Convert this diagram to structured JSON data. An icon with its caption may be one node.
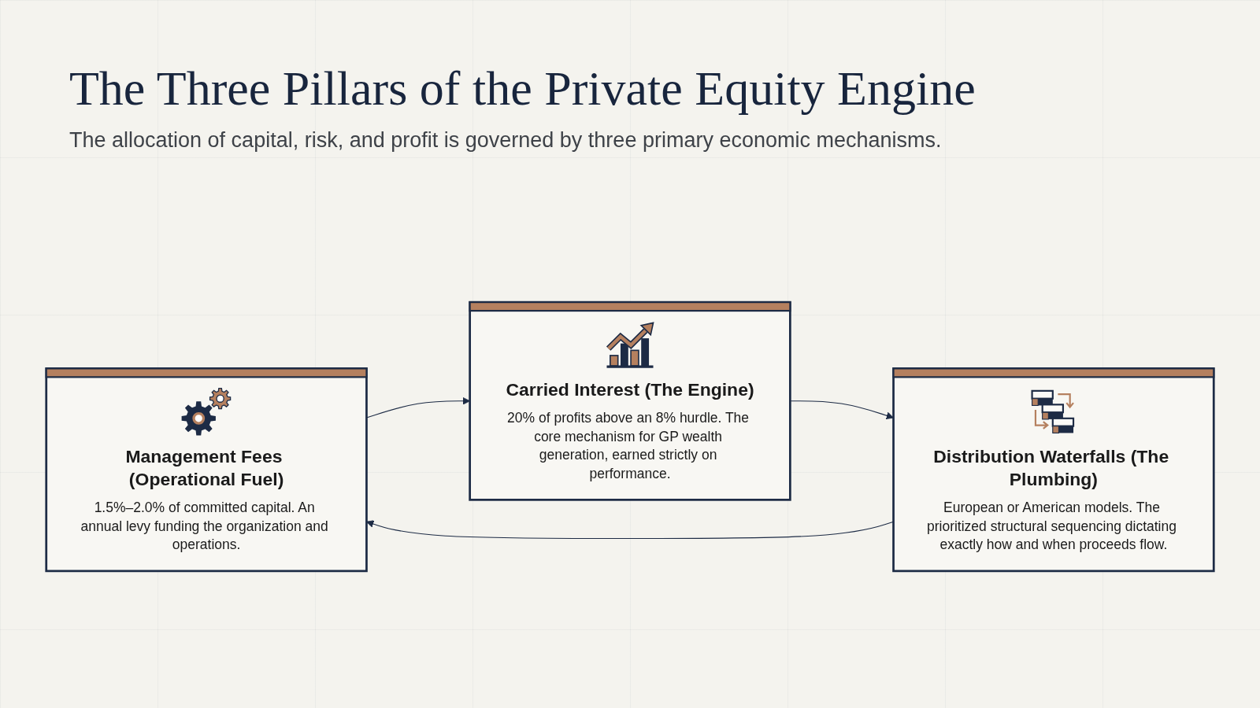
{
  "diagram": {
    "title": "The Three Pillars of the Private Equity Engine",
    "caption": "The allocation of capital, risk, and profit is governed by three primary economic mechanisms.",
    "nodes": [
      {
        "text": [
          "Management Fees (Operational Fuel)",
          "1.5%–2.0% of committed capital. An annual levy funding the organization and operations."
        ]
      },
      {
        "text": [
          "Distribution Waterfalls (The Plumbing)",
          "European or American models. The prioritized structural sequencing dictating exactly how and when proceeds flow."
        ]
      },
      {
        "text": [
          "Carried Interest (The Engine)",
          "20% of profits above an 8% hurdle. The core mechanism for GP wealth generation, earned strictly on performance."
        ]
      }
    ],
    "edges": [
      {
        "from": 0,
        "to": 2,
        "arrow": "to"
      },
      {
        "from": 2,
        "to": 1,
        "arrow": "to"
      },
      {
        "from": 1,
        "to": 0,
        "arrow": "to"
      }
    ]
  }
}
